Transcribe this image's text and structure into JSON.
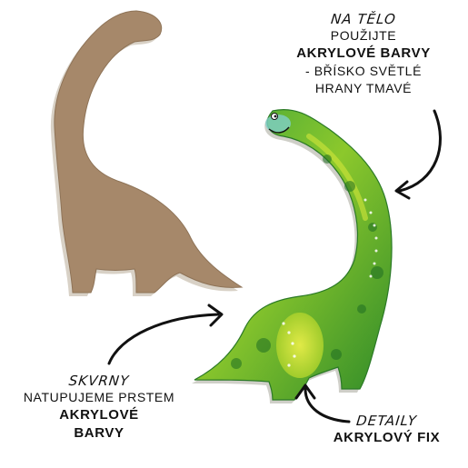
{
  "colors": {
    "cardboard": "#a8896a",
    "cardboard_shadow": "#d9d2c8",
    "dino_green_dark": "#2f8f2c",
    "dino_green_light": "#c6dd2a",
    "dino_belly": "#e3ea3c",
    "arrow": "#111111"
  },
  "labels": {
    "body": {
      "title": "NA TĚLO",
      "line1": "POUŽIJTE",
      "line2": "AKRYLOVÉ BARVY",
      "line3": "- BŘÍSKO SVĚTLÉ",
      "line4": "HRANY TMAVÉ"
    },
    "spots": {
      "title": "SKVRNY",
      "line1": "NATUPUJEME PRSTEM",
      "line2": "AKRYLOVÉ",
      "line3": "BARVY"
    },
    "details": {
      "title": "DETAILY",
      "line1": "AKRYLOVÝ FIX"
    }
  },
  "icons": [
    "curved-arrow-icon",
    "dinosaur-cutout",
    "painted-dinosaur"
  ]
}
